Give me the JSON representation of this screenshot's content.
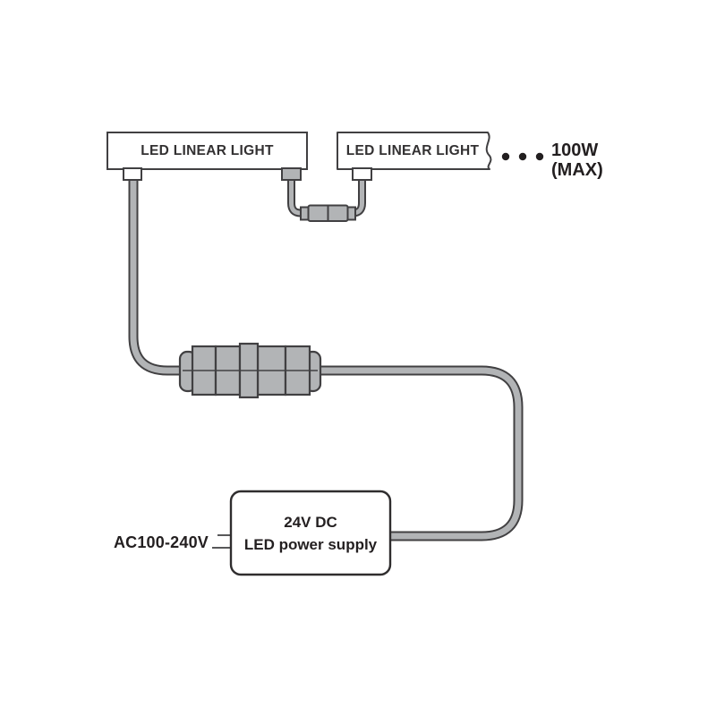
{
  "colors": {
    "cable": "#b2b4b6",
    "outline": "#414042",
    "text": "#231f20",
    "bg": "#ffffff",
    "psu_border": "#2f2d2e"
  },
  "lights": {
    "left_label": "LED LINEAR LIGHT",
    "right_label": "LED LINEAR LIGHT"
  },
  "max_load": {
    "watts": "100W",
    "qualifier": "(MAX)"
  },
  "power_supply": {
    "line1": "24V DC",
    "line2": "LED power supply"
  },
  "ac_input": {
    "label": "AC100-240V"
  }
}
